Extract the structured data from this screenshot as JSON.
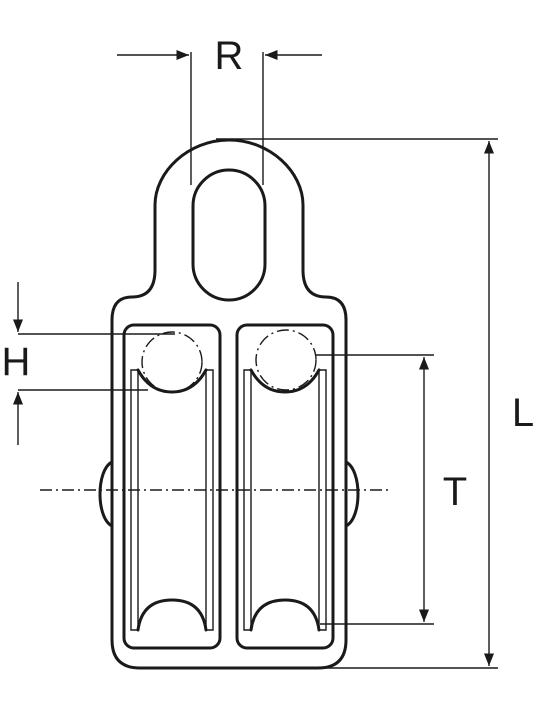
{
  "labels": {
    "R": "R",
    "H": "H",
    "T": "T",
    "L": "L"
  },
  "colors": {
    "line": "#1a1a1a",
    "background": "#ffffff"
  }
}
